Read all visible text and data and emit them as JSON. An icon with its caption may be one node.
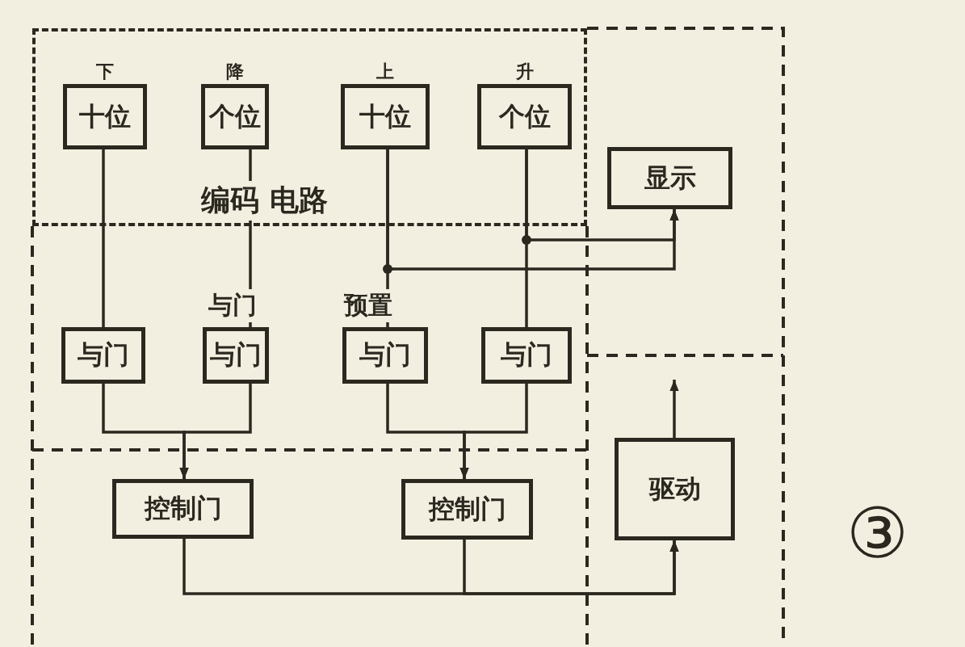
{
  "diagram": {
    "nodes": [
      {
        "text": [
          "编码 电路"
        ]
      },
      {
        "text": [
          "十位"
        ],
        "in": 0,
        "beside": [
          "下"
        ]
      },
      {
        "text": [
          "个位"
        ],
        "in": 0,
        "beside": [
          "降"
        ]
      },
      {
        "text": [
          "十位"
        ],
        "in": 0,
        "beside": [
          "上"
        ]
      },
      {
        "text": [
          "个位"
        ],
        "in": 0,
        "beside": [
          "升"
        ]
      },
      {
        "text": [
          "显示"
        ]
      },
      {
        "text": [
          "与门"
        ]
      },
      {
        "text": [
          "与门"
        ]
      },
      {
        "text": [
          "与门"
        ]
      },
      {
        "text": [
          "与门"
        ]
      },
      {
        "text": [
          "控制门"
        ]
      },
      {
        "text": [
          "控制门"
        ]
      },
      {
        "text": [
          "驱动"
        ]
      }
    ],
    "edges": [
      {
        "from": 1,
        "to": 6,
        "arrow": "none"
      },
      {
        "from": 2,
        "to": 7,
        "arrow": "none"
      },
      {
        "from": 3,
        "to": 8,
        "arrow": "none"
      },
      {
        "from": 4,
        "to": 9,
        "arrow": "none"
      },
      {
        "from": 3,
        "to": 5,
        "arrow": "to"
      },
      {
        "from": 4,
        "to": 5,
        "arrow": "to"
      },
      {
        "from": 6,
        "to": 10,
        "arrow": "to"
      },
      {
        "from": 7,
        "to": 10,
        "arrow": "to"
      },
      {
        "from": 8,
        "to": 11,
        "arrow": "to"
      },
      {
        "from": 9,
        "to": 11,
        "arrow": "to"
      },
      {
        "from": 10,
        "to": 12,
        "arrow": "to"
      },
      {
        "from": 11,
        "to": 12,
        "arrow": "to"
      },
      {
        "from": 12,
        "to": null,
        "arrow": "to"
      }
    ],
    "labels": [
      "与门",
      "预置",
      "③"
    ]
  }
}
